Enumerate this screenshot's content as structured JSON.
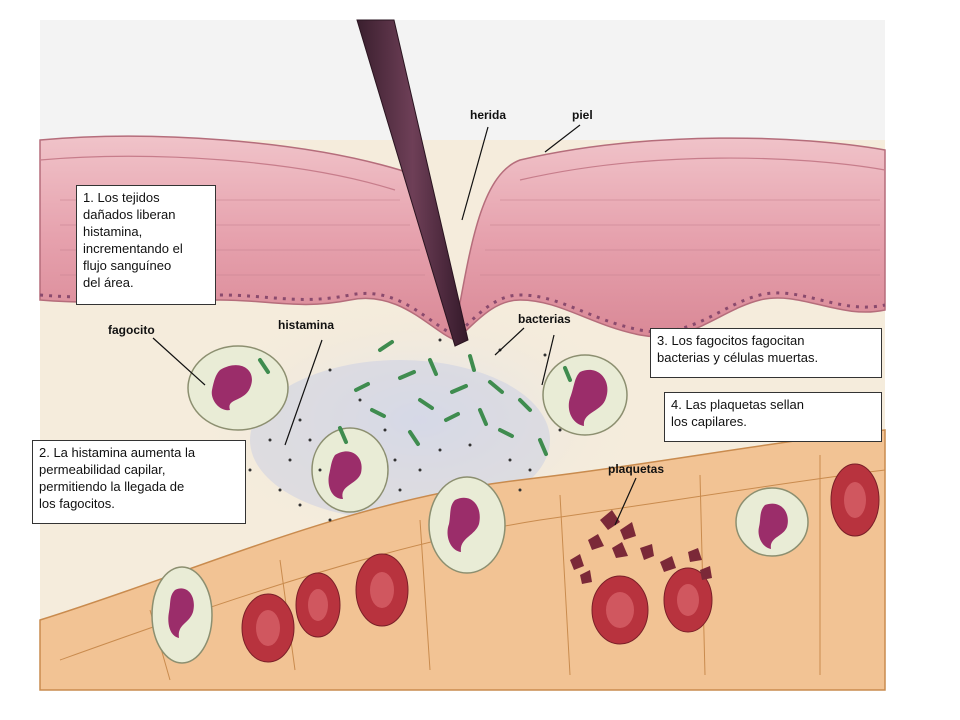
{
  "labels": {
    "herida": "herida",
    "piel": "piel",
    "fagocito": "fagocito",
    "histamina": "histamina",
    "bacterias": "bacterias",
    "plaquetas": "plaquetas"
  },
  "callouts": {
    "step1": "1. Los tejidos\ndañados liberan\nhistamina,\nincrementando el\nflujo sanguíneo\ndel área.",
    "step2": "2. La histamina aumenta la\npermeabilidad capilar,\npermitiendo la llegada de\nlos fagocitos.",
    "step3": "3. Los fagocitos fagocitan\nbacterias y  células muertas.",
    "step4": "4. Las plaquetas sellan\nlos capilares."
  },
  "colors": {
    "skin": "#e9a9b3",
    "skin_dark": "#c97886",
    "tissue_bg": "#f4ead6",
    "fluid": "#c9cde0",
    "capillary": "#f2c394",
    "rbc": "#b8333e",
    "phagocyte": "#e9ecd6",
    "nucleus": "#9b2d6a",
    "bacteria": "#3f8c4f",
    "splinter": "#5a3347",
    "platelet": "#7b2938"
  }
}
